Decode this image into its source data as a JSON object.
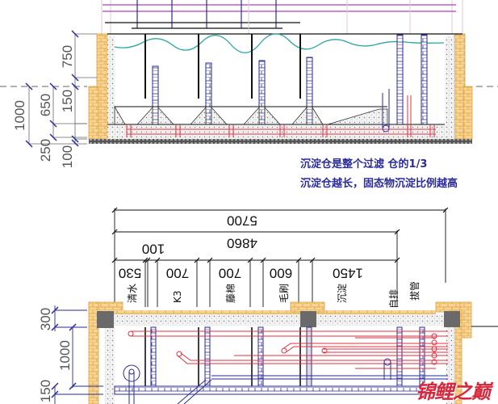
{
  "section_view": {
    "left_dims_outer": [
      {
        "label": "1000"
      }
    ],
    "left_dims_middle": [
      {
        "label": "650"
      },
      {
        "label": "250"
      }
    ],
    "left_dims_inner": [
      {
        "label": "750"
      },
      {
        "label": "150"
      },
      {
        "label": "100"
      }
    ]
  },
  "notes": {
    "line1": "沉淀仓是整个过滤 仓的1/3",
    "line2": "沉淀仓越长，固态物沉淀比例越高"
  },
  "plan_view": {
    "overall_width": "5700",
    "inner_width": "4860",
    "gap": "100",
    "compartments": [
      {
        "width": "530",
        "name": "清水"
      },
      {
        "width": "700",
        "name": "K3"
      },
      {
        "width": "700",
        "name": "藤棉"
      },
      {
        "width": "600",
        "name": "毛刷"
      },
      {
        "width": "1450",
        "name": "沉淀"
      },
      {
        "width": "",
        "name": "自排"
      },
      {
        "width": "",
        "name": "拔管"
      }
    ],
    "left_dims": [
      {
        "label": "300"
      },
      {
        "label": "1000"
      },
      {
        "label": "150"
      }
    ]
  },
  "watermark": "锦鲤之巅",
  "colors": {
    "brick": "#f2c77a",
    "brick_line": "#e0a040",
    "wall_blue": "#2a2a9a",
    "pipe_red": "#e03040",
    "water": "#2aa8a0",
    "magenta": "#b040c0",
    "note_text": "#2a2a9a"
  }
}
